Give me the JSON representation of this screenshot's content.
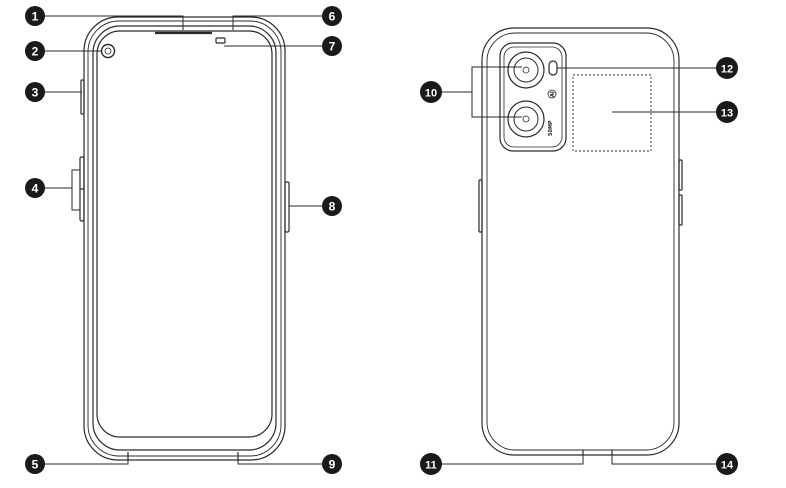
{
  "markers": {
    "m1": "1",
    "m2": "2",
    "m3": "3",
    "m4": "4",
    "m5": "5",
    "m6": "6",
    "m7": "7",
    "m8": "8",
    "m9": "9",
    "m10": "10",
    "m11": "11",
    "m12": "12",
    "m13": "13",
    "m14": "14"
  },
  "camera_module": {
    "line1": "50MP",
    "line2": "AI"
  },
  "colors": {
    "outline": "#2a2a2a",
    "marker_fill": "#1a1a1a",
    "marker_text": "#ffffff"
  }
}
